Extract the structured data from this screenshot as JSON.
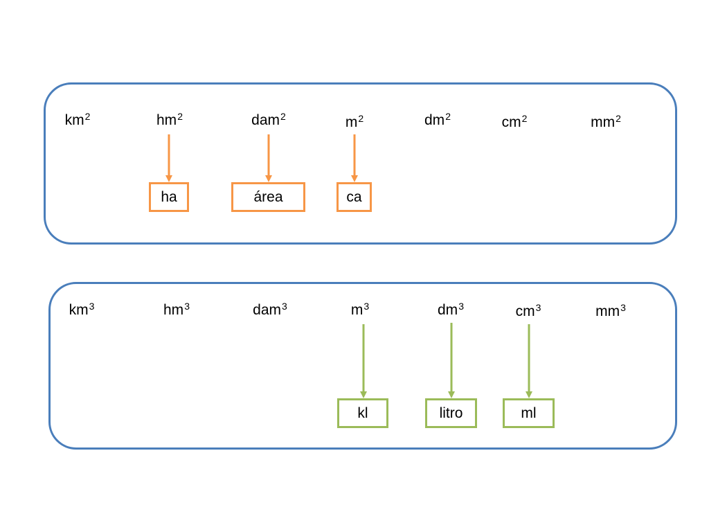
{
  "colors": {
    "panel_border": "#4a7ebb",
    "area_arrow": "#f79646",
    "volume_arrow": "#9bbb59"
  },
  "area": {
    "units": [
      {
        "base": "km",
        "exp": "2"
      },
      {
        "base": "hm",
        "exp": "2"
      },
      {
        "base": "dam",
        "exp": "2"
      },
      {
        "base": "m",
        "exp": "2"
      },
      {
        "base": "dm",
        "exp": "2"
      },
      {
        "base": "cm",
        "exp": "2"
      },
      {
        "base": "mm",
        "exp": "2"
      }
    ],
    "equivalents": [
      {
        "label": "ha",
        "from": "hm2"
      },
      {
        "label": "área",
        "from": "dam2"
      },
      {
        "label": "ca",
        "from": "m2"
      }
    ]
  },
  "volume": {
    "units": [
      {
        "base": "km",
        "exp": "3"
      },
      {
        "base": "hm",
        "exp": "3"
      },
      {
        "base": "dam",
        "exp": "3"
      },
      {
        "base": "m",
        "exp": "3"
      },
      {
        "base": "dm",
        "exp": "3"
      },
      {
        "base": "cm",
        "exp": "3"
      },
      {
        "base": "mm",
        "exp": "3"
      }
    ],
    "equivalents": [
      {
        "label": "kl",
        "from": "m3"
      },
      {
        "label": "litro",
        "from": "dm3"
      },
      {
        "label": "ml",
        "from": "cm3"
      }
    ]
  }
}
